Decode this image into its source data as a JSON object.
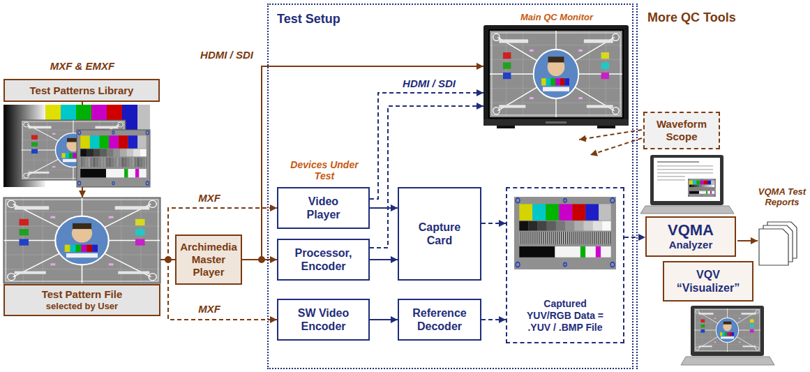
{
  "diagram": {
    "nodes": [
      {
        "text": [
          "Test Patterns Library"
        ]
      },
      {
        "text": [
          "Test Pattern File",
          "selected by User"
        ]
      },
      {
        "text": [
          "Archimedia Master Player"
        ]
      },
      {
        "text": [
          "Test Setup"
        ]
      },
      {
        "text": [
          "Main QC Monitor"
        ],
        "in": 3
      },
      {
        "text": [
          "Video Player"
        ],
        "in": 3
      },
      {
        "text": [
          "Processor, Encoder"
        ],
        "in": 3
      },
      {
        "text": [
          "SW Video Encoder"
        ],
        "in": 3
      },
      {
        "text": [
          "Capture Card"
        ],
        "in": 3
      },
      {
        "text": [
          "Reference Decoder"
        ],
        "in": 3
      },
      {
        "text": [
          "Captured YUV/RGB Data = .YUV / .BMP File"
        ],
        "in": 3
      },
      {
        "text": [
          "More QC Tools"
        ]
      },
      {
        "text": [
          "Waveform Scope"
        ],
        "in": 11
      },
      {
        "text": [
          "VQMA",
          "Analyzer"
        ],
        "in": 11
      },
      {
        "text": [
          "VQV “Visualizer”"
        ],
        "in": 11
      }
    ],
    "edges": [
      {
        "from": 0,
        "to": 1,
        "arrow": "to"
      },
      {
        "from": 1,
        "to": 2,
        "arrow": "none"
      },
      {
        "from": 1,
        "to": 5,
        "label": "MXF",
        "arrow": "to"
      },
      {
        "from": 1,
        "to": 7,
        "label": "MXF",
        "arrow": "to"
      },
      {
        "from": 2,
        "to": 4,
        "label": "HDMI / SDI",
        "arrow": "to"
      },
      {
        "from": 2,
        "to": 6,
        "arrow": "to"
      },
      {
        "from": 5,
        "to": 8,
        "arrow": "to"
      },
      {
        "from": 6,
        "to": 8,
        "arrow": "to"
      },
      {
        "from": 5,
        "to": 4,
        "label": "HDMI / SDI",
        "arrow": "to"
      },
      {
        "from": 6,
        "to": 4,
        "arrow": "to"
      },
      {
        "from": 7,
        "to": 9,
        "arrow": "to"
      },
      {
        "from": 8,
        "to": 10,
        "arrow": "to"
      },
      {
        "from": 9,
        "to": 10,
        "arrow": "to"
      },
      {
        "from": 10,
        "to": 13,
        "arrow": "to"
      }
    ],
    "labels": [
      "MXF & EMXF",
      "Devices Under Test",
      "VQMA Test Reports"
    ]
  }
}
